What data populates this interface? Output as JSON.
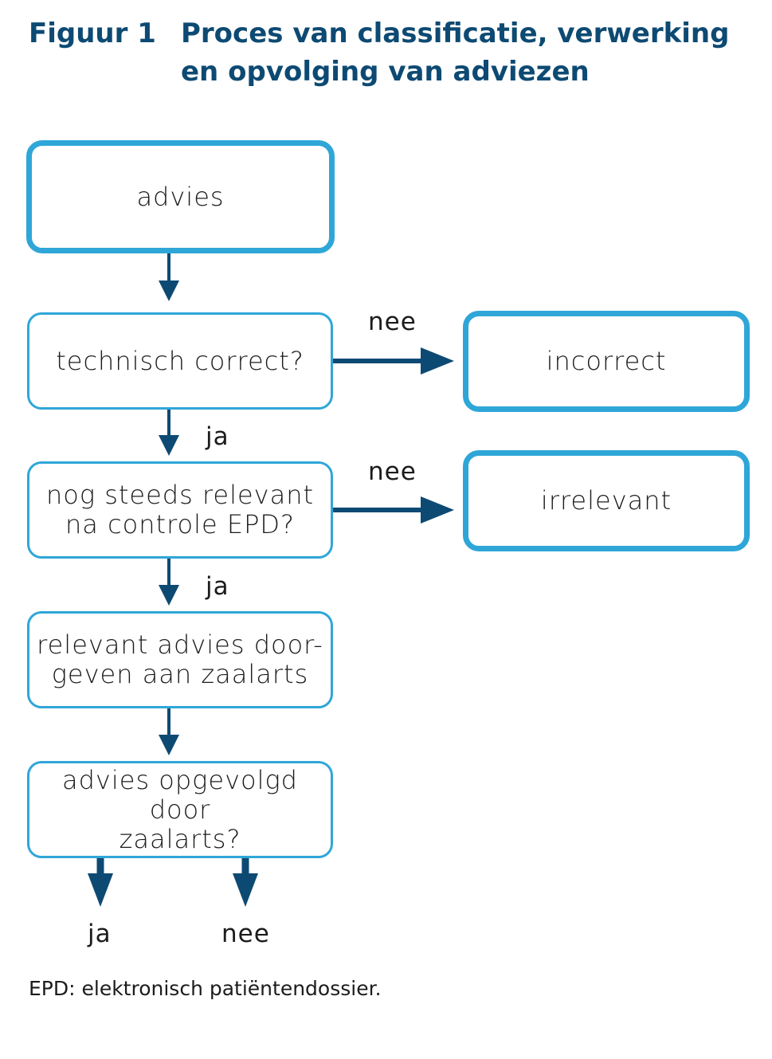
{
  "figure": {
    "label": "Figuur 1",
    "title": "Proces van classificatie, verwerking en opvolging van adviezen"
  },
  "boxes": {
    "advies": "advies",
    "technisch": "technisch correct?",
    "relevant_q_line1": "nog steeds relevant",
    "relevant_q_line2": "na controle EPD?",
    "doorgeven_line1": "relevant advies door-",
    "doorgeven_line2": "geven aan zaalarts",
    "opgevolgd_line1": "advies opgevolgd door",
    "opgevolgd_line2": "zaalarts?",
    "incorrect": "incorrect",
    "irrelevant": "irrelevant"
  },
  "labels": {
    "nee_1": "nee",
    "ja_1": "ja",
    "nee_2": "nee",
    "ja_2": "ja",
    "ja_final": "ja",
    "nee_final": "nee"
  },
  "footnote": "EPD: elektronisch patiëntendossier.",
  "colors": {
    "box_border": "#2fa6d8",
    "arrow": "#0d4a73",
    "title": "#0d4a73"
  }
}
